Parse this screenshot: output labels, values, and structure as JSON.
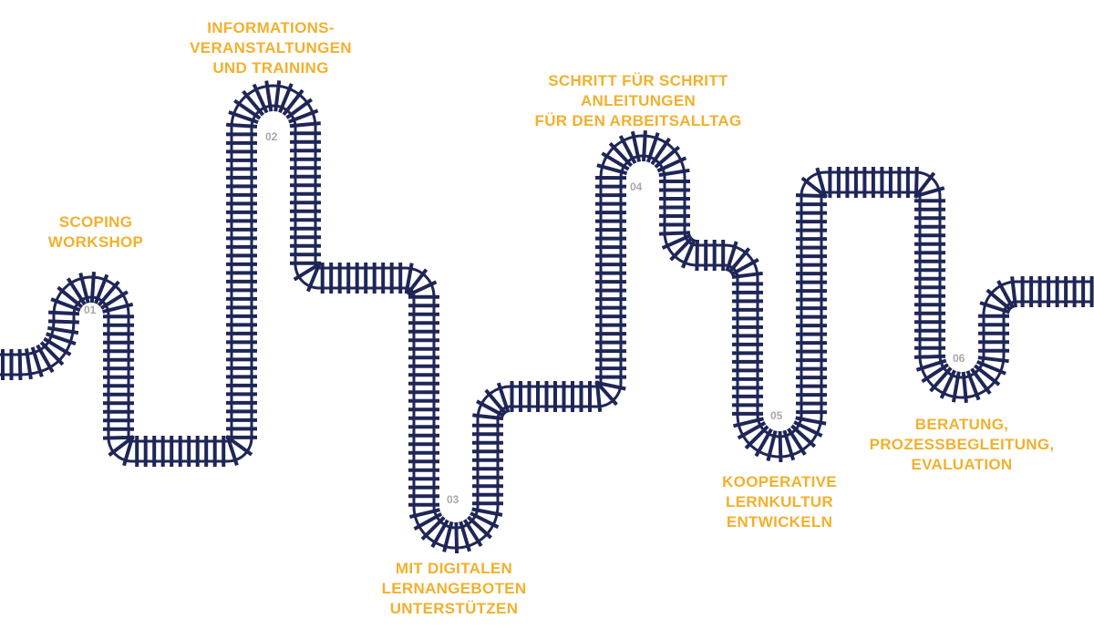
{
  "colors": {
    "track": "#1f2657",
    "label": "#f2b02d",
    "number": "#a8a8a8",
    "background": "#ffffff"
  },
  "stations": [
    {
      "number": "01",
      "lines": [
        "SCOPING",
        "WORKSHOP"
      ]
    },
    {
      "number": "02",
      "lines": [
        "INFORMATIONS-",
        "VERANSTALTUNGEN",
        "UND TRAINING"
      ]
    },
    {
      "number": "03",
      "lines": [
        "MIT DIGITALEN",
        "LERNANGEBOTEN",
        "UNTERSTÜTZEN"
      ]
    },
    {
      "number": "04",
      "lines": [
        "SCHRITT FÜR SCHRITT",
        "ANLEITUNGEN",
        "FÜR DEN ARBEITSALLTAG"
      ]
    },
    {
      "number": "05",
      "lines": [
        "KOOPERATIVE",
        "LERNKULTUR",
        "ENTWICKELN"
      ]
    },
    {
      "number": "06",
      "lines": [
        "BERATUNG,",
        "PROZESSBEGLEITUNG,",
        "EVALUATION"
      ]
    }
  ]
}
